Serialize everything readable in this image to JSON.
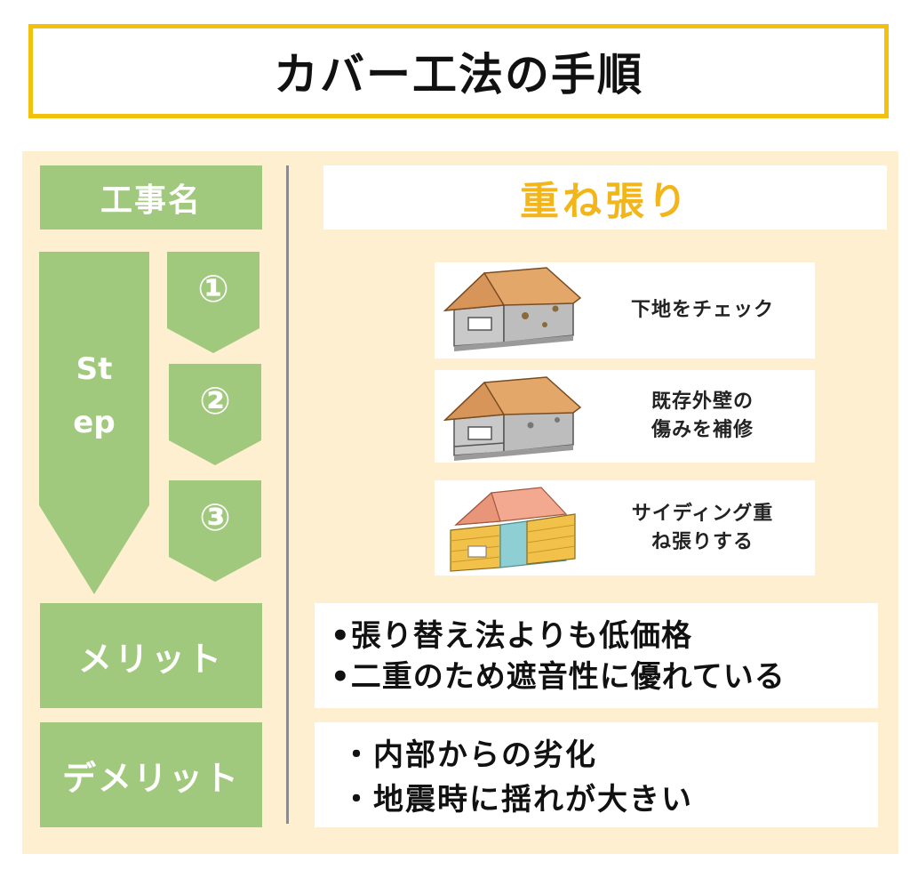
{
  "title": "カバー工法の手順",
  "labels": {
    "construction_name": "工事名",
    "step_line1": "St",
    "step_line2": "ep",
    "step_numbers": [
      "①",
      "②",
      "③"
    ],
    "merit": "メリット",
    "demerit": "デメリット"
  },
  "method_name": "重ね張り",
  "steps": [
    {
      "lines": [
        "下地をチェック"
      ],
      "icon": "house-icon"
    },
    {
      "lines": [
        "既存外壁の",
        "傷みを補修"
      ],
      "icon": "house-icon"
    },
    {
      "lines": [
        "サイディング重",
        "ね張りする"
      ],
      "icon": "house-siding-icon"
    }
  ],
  "merits": [
    "•張り替え法よりも低価格",
    "•二重のため遮音性に優れている"
  ],
  "demerits": [
    "・内部からの劣化",
    "・地震時に揺れが大きい"
  ],
  "colors": {
    "accent_yellow": "#f2c10e",
    "method_orange": "#f2b51a",
    "label_green": "#a0c97d",
    "panel_bg": "#fdefcf"
  }
}
